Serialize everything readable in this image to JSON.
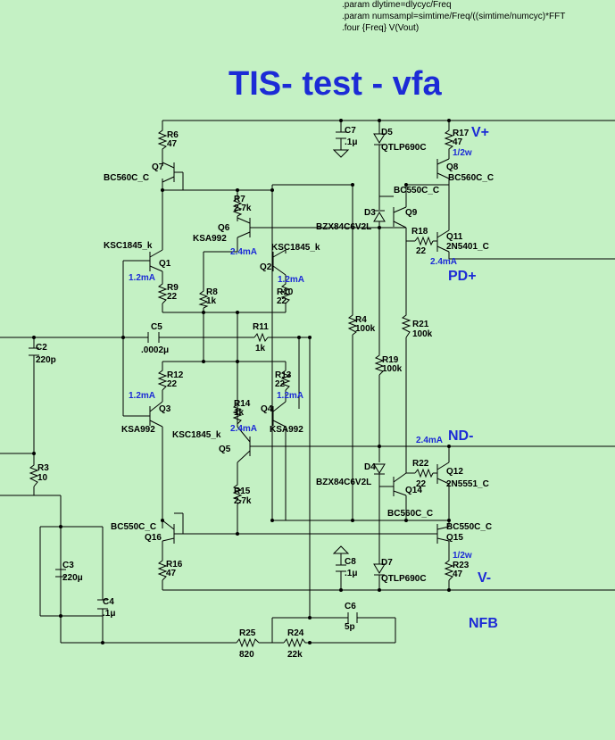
{
  "title": "TIS- test - vfa",
  "directives": [
    ".param dlytime=dlycyc/Freq",
    ".param numsampl=simtime/Freq/((simtime/numcyc)*FFT",
    ".four {Freq}  V(Vout)"
  ],
  "nets": [
    "V+",
    "PD+",
    "ND-",
    "V-",
    "NFB"
  ],
  "components": [
    {
      "ref": "R6",
      "value": "47"
    },
    {
      "ref": "Q7",
      "value": "BC560C_C"
    },
    {
      "ref": "R7",
      "value": "2.7k"
    },
    {
      "ref": "Q6",
      "value": "KSA992"
    },
    {
      "ref": "Q1",
      "value": "KSC1845_k"
    },
    {
      "ref": "Q2",
      "value": "KSC1845_k"
    },
    {
      "ref": "R9",
      "value": "22"
    },
    {
      "ref": "R8",
      "value": "1k"
    },
    {
      "ref": "R10",
      "value": "22"
    },
    {
      "ref": "C5",
      "value": ".0002μ"
    },
    {
      "ref": "R11",
      "value": "1k"
    },
    {
      "ref": "C2",
      "value": "220p"
    },
    {
      "ref": "R12",
      "value": "22"
    },
    {
      "ref": "R13",
      "value": "22"
    },
    {
      "ref": "Q3",
      "value": "KSA992"
    },
    {
      "ref": "Q4",
      "value": "KSA992"
    },
    {
      "ref": "R14",
      "value": "1k"
    },
    {
      "ref": "Q5",
      "value": "KSC1845_k"
    },
    {
      "ref": "R15",
      "value": "2.7k"
    },
    {
      "ref": "R3",
      "value": "10"
    },
    {
      "ref": "Q16",
      "value": "BC550C_C"
    },
    {
      "ref": "R16",
      "value": "47"
    },
    {
      "ref": "C3",
      "value": "220μ"
    },
    {
      "ref": "C4",
      "value": ".1μ"
    },
    {
      "ref": "C7",
      "value": ".1μ"
    },
    {
      "ref": "D5",
      "value": "QTLP690C"
    },
    {
      "ref": "R17",
      "value": "47"
    },
    {
      "ref": "Q8",
      "value": "BC560C_C"
    },
    {
      "ref": "Q9",
      "value": "BC550C_C"
    },
    {
      "ref": "D3",
      "value": "BZX84C6V2L"
    },
    {
      "ref": "R18",
      "value": "22"
    },
    {
      "ref": "Q11",
      "value": "2N5401_C"
    },
    {
      "ref": "R4",
      "value": "100k"
    },
    {
      "ref": "R21",
      "value": "100k"
    },
    {
      "ref": "R19",
      "value": "100k"
    },
    {
      "ref": "R22",
      "value": "22"
    },
    {
      "ref": "Q12",
      "value": "2N5551_C"
    },
    {
      "ref": "D4",
      "value": "BZX84C6V2L"
    },
    {
      "ref": "Q14",
      "value": "BC560C_C"
    },
    {
      "ref": "Q15",
      "value": "BC550C_C"
    },
    {
      "ref": "C8",
      "value": ".1μ"
    },
    {
      "ref": "D7",
      "value": "QTLP690C"
    },
    {
      "ref": "R23",
      "value": "47"
    },
    {
      "ref": "C6",
      "value": "5p"
    },
    {
      "ref": "R25",
      "value": "820"
    },
    {
      "ref": "R24",
      "value": "22k"
    }
  ],
  "annotations": [
    "1.2mA",
    "2.4mA",
    "1.2mA",
    "2.4mA",
    "1.2mA",
    "2.4mA",
    "1.2mA",
    "2.4mA",
    "1/2w",
    "1/2w"
  ]
}
